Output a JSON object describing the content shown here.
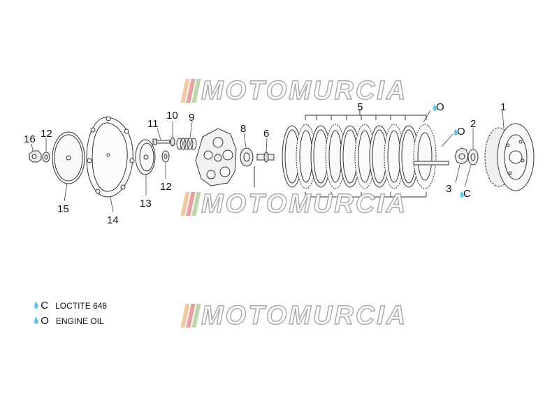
{
  "watermark": {
    "text": "MOTOMURCIA",
    "stripe_colors": [
      "#f2c9a0",
      "#e8a0a0",
      "#b9d9a8"
    ]
  },
  "callouts": {
    "p1": "1",
    "p2": "2",
    "p3": "3",
    "p5": "5",
    "p6": "6",
    "p8": "8",
    "p9": "9",
    "p10": "10",
    "p11": "11",
    "p12a": "12",
    "p12b": "12",
    "p13": "13",
    "p14": "14",
    "p15": "15",
    "p16": "16",
    "oil1": "O",
    "oil2": "O",
    "loctite": "C"
  },
  "legend": [
    {
      "code": "C",
      "label": "LOCTITE 648",
      "icon": "drop-icon"
    },
    {
      "code": "O",
      "label": "ENGINE OIL",
      "icon": "drop-icon"
    }
  ]
}
